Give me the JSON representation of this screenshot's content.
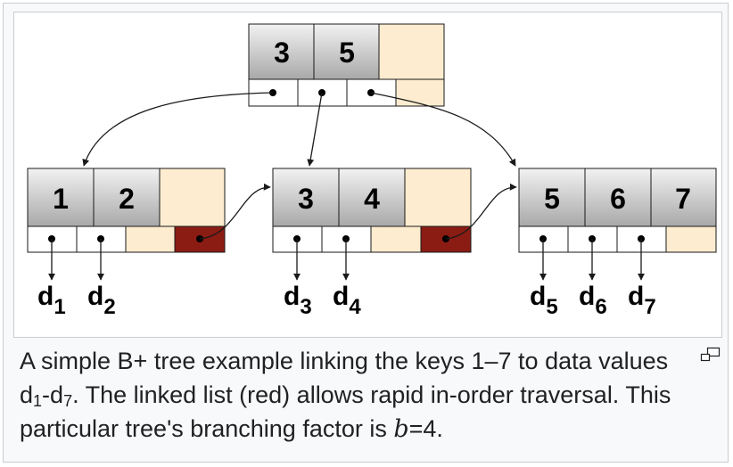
{
  "diagram": {
    "root": {
      "keys": [
        "3",
        "5",
        ""
      ]
    },
    "leaves": [
      {
        "keys": [
          "1",
          "2",
          ""
        ],
        "data": [
          "d1",
          "d2"
        ]
      },
      {
        "keys": [
          "3",
          "4",
          ""
        ],
        "data": [
          "d3",
          "d4"
        ]
      },
      {
        "keys": [
          "5",
          "6",
          "7"
        ],
        "data": [
          "d5",
          "d6",
          "d7"
        ]
      }
    ],
    "colors": {
      "key_fill_top": "#f2f2f2",
      "key_fill_bottom": "#a8a8a8",
      "empty_fill": "#fdeccf",
      "link_fill": "#8b1c13",
      "stroke": "#1a1a1a"
    }
  },
  "caption": {
    "part1": "A simple B+ tree example linking the keys 1–7 to data values d",
    "sub1": "1",
    "part2": "-d",
    "sub2": "7",
    "part3": ". The linked list (red) allows rapid in-order traversal. This particular tree's branching factor is ",
    "var": "b",
    "part4": "=4."
  },
  "icons": {
    "enlarge": "magnify-clip-icon"
  }
}
